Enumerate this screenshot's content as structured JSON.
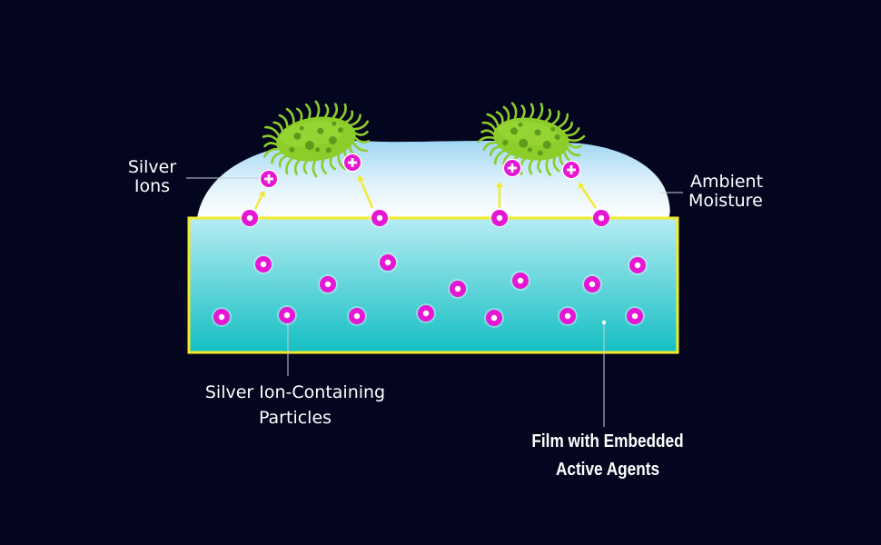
{
  "labels": {
    "silver_ions": [
      "Silver",
      "Ions"
    ],
    "ambient_moisture": [
      "Ambient",
      "Moisture"
    ],
    "particles": [
      "Silver Ion-Containing",
      "Particles"
    ],
    "film": [
      "Film with Embedded",
      "Active Agents"
    ]
  },
  "icons": {
    "bacterium": "bacterium-icon",
    "silver_ion": "plus-ion-icon",
    "particle": "silver-particle-icon"
  },
  "colors": {
    "background": "#04051f",
    "film_border": "#f2ea2b",
    "film_top": "#b6ecf3",
    "film_bottom": "#13bfc2",
    "moisture_top": "#9fd6f3",
    "particle": "#e716d4",
    "bacteria": "#8ccd2a",
    "arrow": "#f2ea2b"
  }
}
